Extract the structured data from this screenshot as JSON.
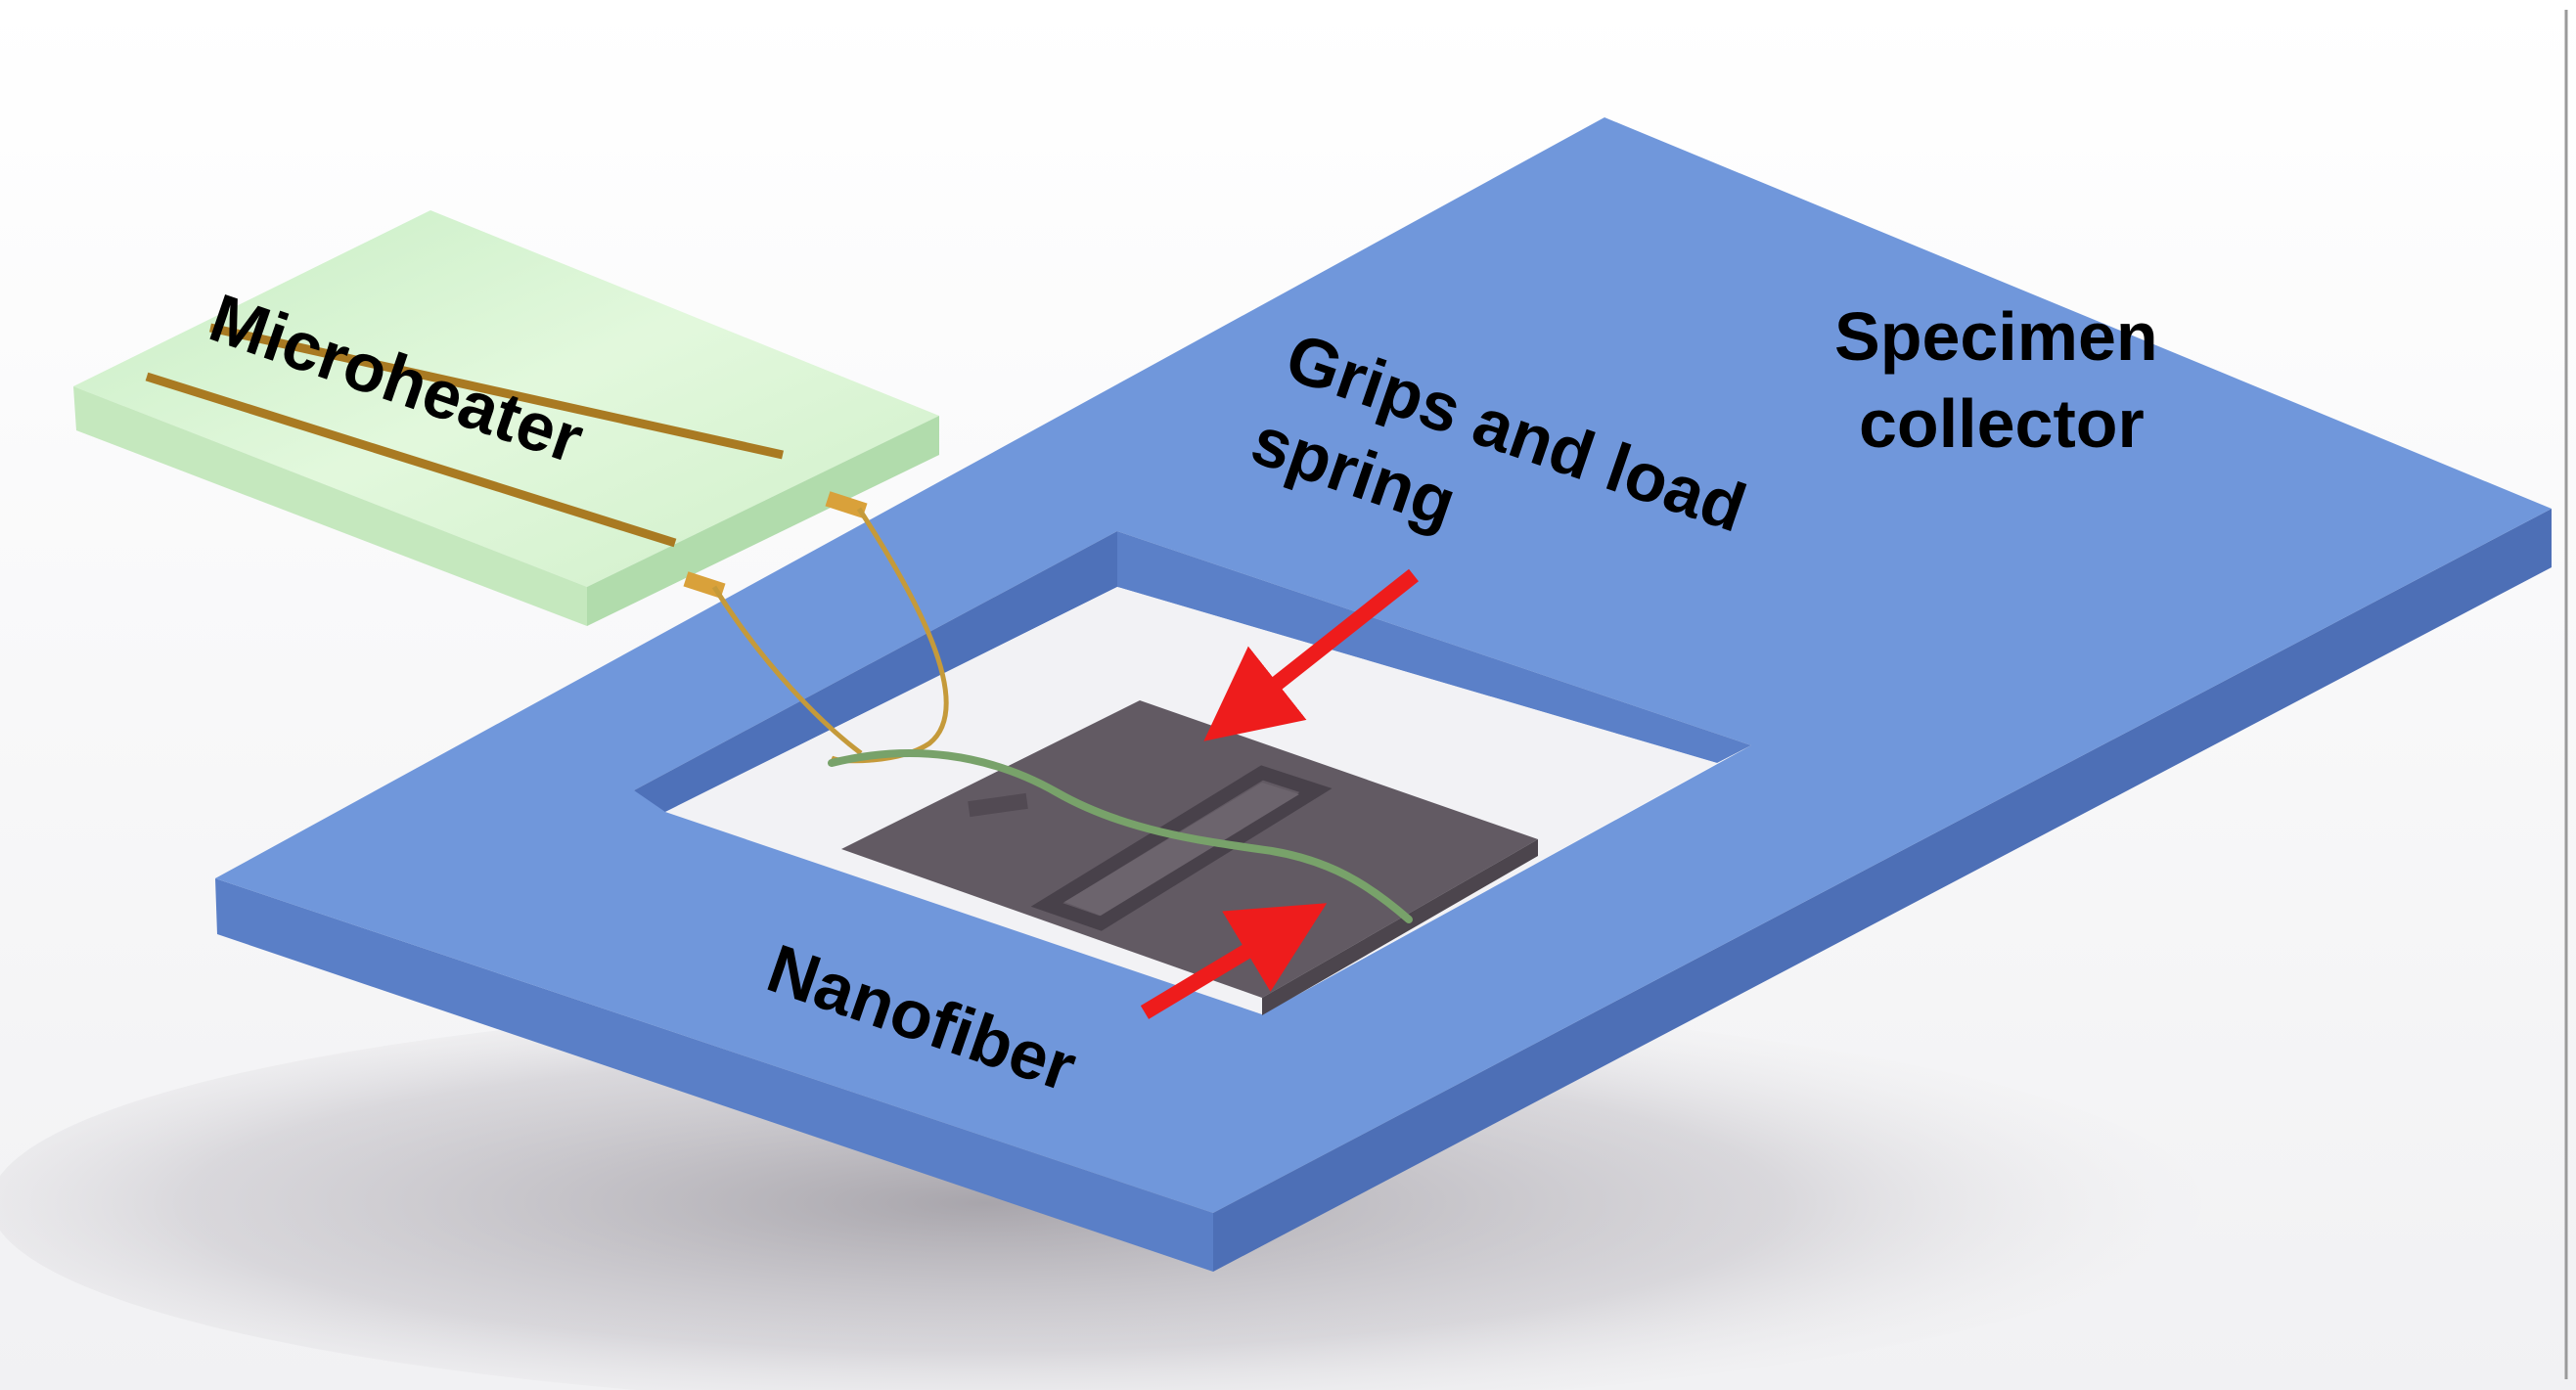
{
  "labels": {
    "microheater": "Microheater",
    "grips_line1": "Grips and load",
    "grips_line2": "spring",
    "specimen_line1": "Specimen",
    "specimen_line2": "collector",
    "nanofiber": "Nanofiber"
  },
  "colors": {
    "collector_top": "#6f96dc",
    "collector_side": "#5578c4",
    "chip": "#615b62",
    "heater": "#d8f5d0",
    "wire": "#c59a3a",
    "nanofiber": "#7aa36a",
    "arrow": "#ee1c1c"
  }
}
